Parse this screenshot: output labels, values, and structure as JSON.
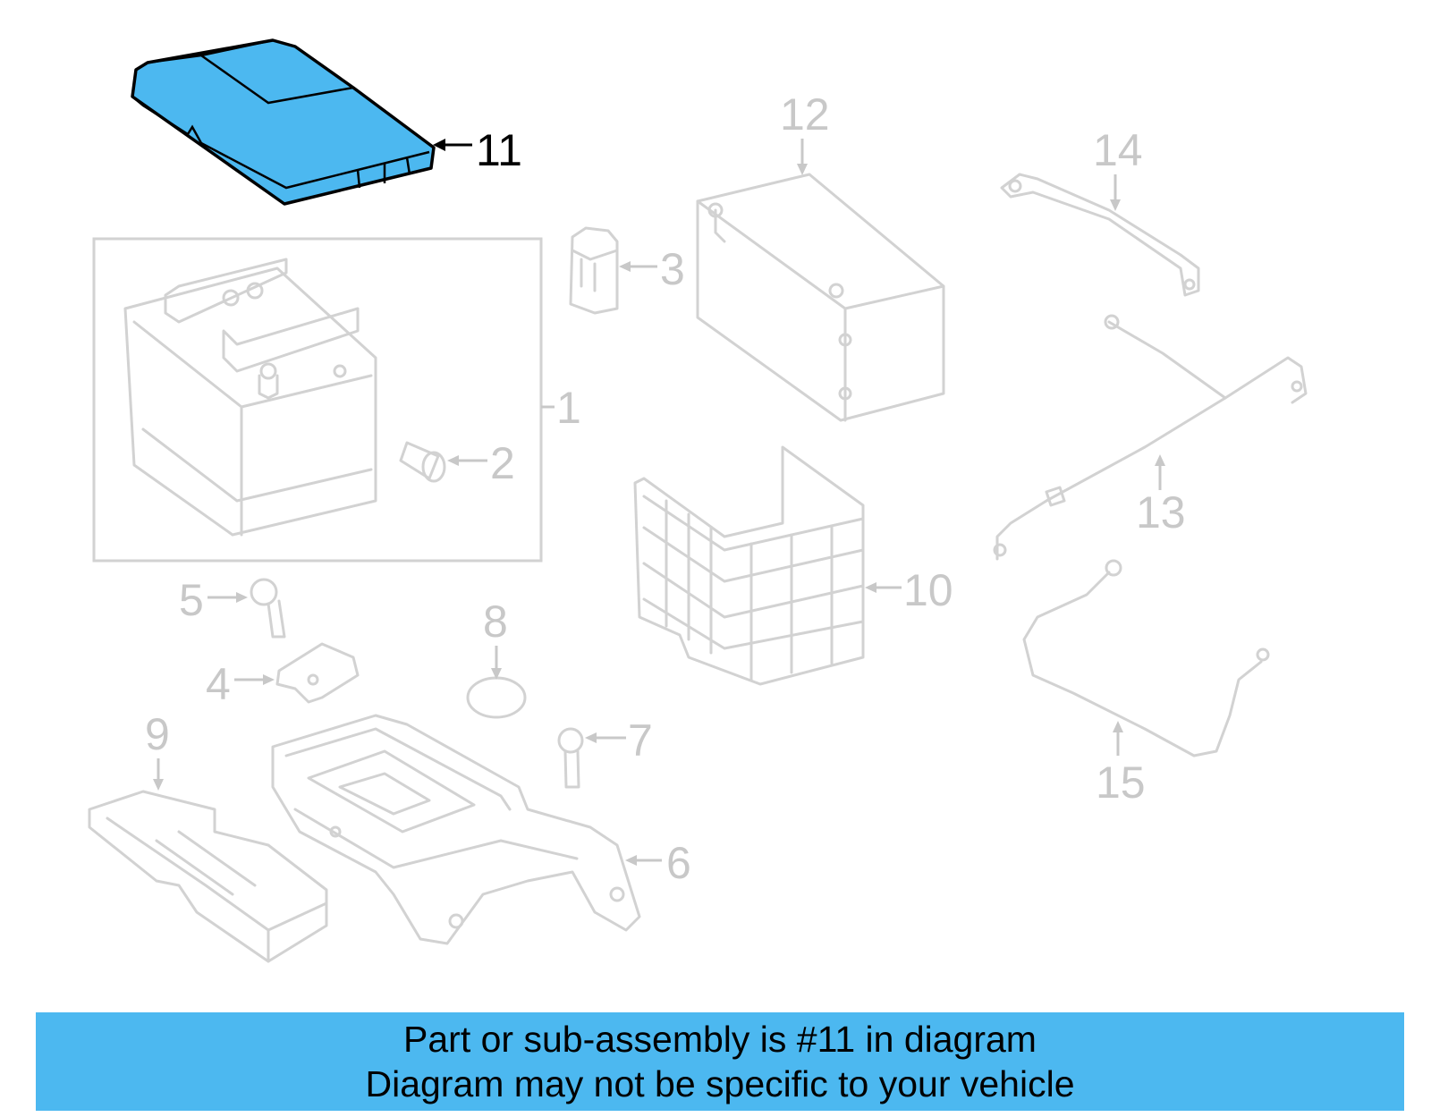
{
  "highlight_color": "#4cb8f0",
  "callouts": {
    "c1": "1",
    "c2": "2",
    "c3": "3",
    "c4": "4",
    "c5": "5",
    "c6": "6",
    "c7": "7",
    "c8": "8",
    "c9": "9",
    "c10": "10",
    "c11": "11",
    "c12": "12",
    "c13": "13",
    "c14": "14",
    "c15": "15"
  },
  "banner": {
    "line1": "Part or sub-assembly is #11 in diagram",
    "line2": "Diagram may not be specific to your vehicle"
  }
}
